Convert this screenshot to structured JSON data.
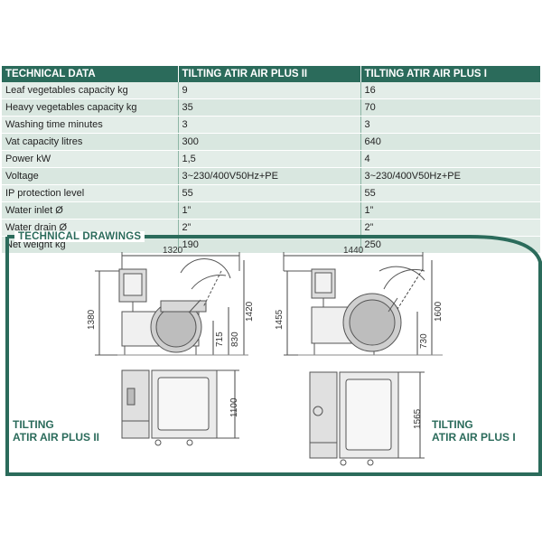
{
  "table": {
    "headers": [
      "TECHNICAL DATA",
      "TILTING ATIR AIR PLUS II",
      "TILTING ATIR AIR PLUS I"
    ],
    "rows": [
      [
        "Leaf vegetables capacity kg",
        "9",
        "16"
      ],
      [
        "Heavy vegetables capacity kg",
        "35",
        "70"
      ],
      [
        "Washing time minutes",
        "3",
        "3"
      ],
      [
        "Vat capacity litres",
        "300",
        "640"
      ],
      [
        "Power kW",
        "1,5",
        "4"
      ],
      [
        "Voltage",
        "3~230/400V50Hz+PE",
        "3~230/400V50Hz+PE"
      ],
      [
        "IP protection level",
        "55",
        "55"
      ],
      [
        "Water inlet  Ø",
        "1”",
        "1”"
      ],
      [
        "Water drain Ø",
        "2”",
        "2”"
      ],
      [
        "Net weight kg",
        "190",
        "250"
      ]
    ]
  },
  "drawings": {
    "title": "TECHNICAL DRAWINGS",
    "left_model": {
      "label_line1": "TILTING",
      "label_line2": "ATIR AIR PLUS II",
      "width": "1320",
      "height": "1380",
      "tilt_height": "1420",
      "rim_height": "830",
      "outlet_height": "715",
      "depth": "1100"
    },
    "right_model": {
      "label_line1": "TILTING",
      "label_line2": "ATIR AIR PLUS I",
      "width": "1440",
      "height": "1455",
      "tilt_height": "1600",
      "rim_height": "730",
      "depth": "1565"
    }
  },
  "colors": {
    "header_bg": "#2b6b5b",
    "row_bg": "#d9e7e0",
    "accent": "#2b6b5b"
  }
}
